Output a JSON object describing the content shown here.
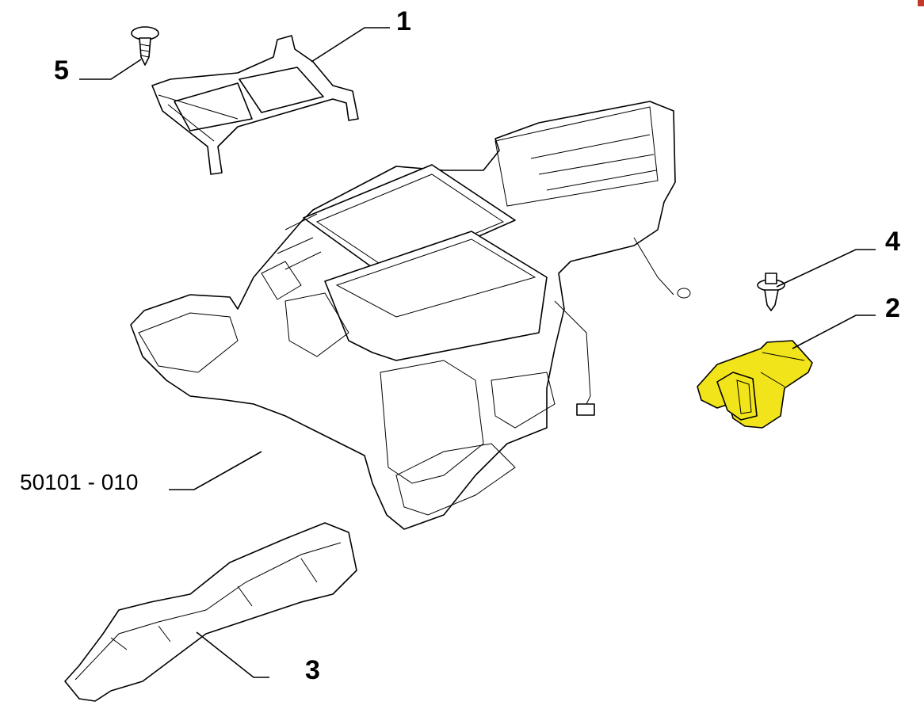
{
  "callouts": {
    "c1": "1",
    "c2": "2",
    "c3": "3",
    "c4": "4",
    "c5": "5",
    "ref": "50101 - 010"
  },
  "colors": {
    "highlight": "#f2e41a",
    "line": "#000000",
    "background": "#ffffff"
  }
}
